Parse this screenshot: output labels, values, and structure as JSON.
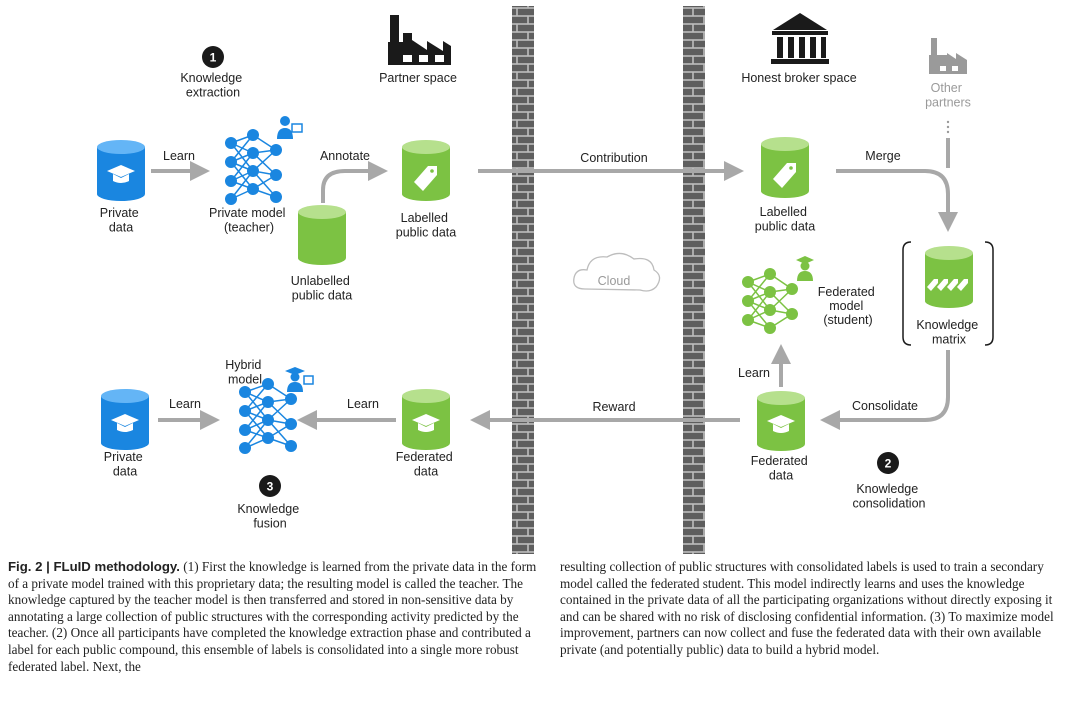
{
  "figure": {
    "steps": {
      "step1": {
        "number": "1",
        "label_lines": [
          "Knowledge",
          "extraction"
        ]
      },
      "step2": {
        "number": "2",
        "label_lines": [
          "Knowledge",
          "consolidation"
        ]
      },
      "step3": {
        "number": "3",
        "label_lines": [
          "Knowledge",
          "fusion"
        ]
      }
    },
    "spaces": {
      "partner": "Partner space",
      "broker": "Honest broker space",
      "other_partners": [
        "Other",
        "partners"
      ]
    },
    "nodes": {
      "private_data_top": [
        "Private",
        "data"
      ],
      "private_model": [
        "Private model",
        "(teacher)"
      ],
      "unlabelled_public": [
        "Unlabelled",
        "public data"
      ],
      "labelled_public_left": [
        "Labelled",
        "public data"
      ],
      "labelled_public_right": [
        "Labelled",
        "public data"
      ],
      "cloud": "Cloud",
      "federated_model": [
        "Federated",
        "model",
        "(student)"
      ],
      "knowledge_matrix": [
        "Knowledge",
        "matrix"
      ],
      "federated_data_right": [
        "Federated",
        "data"
      ],
      "federated_data_left": [
        "Federated",
        "data"
      ],
      "hybrid_model": [
        "Hybrid",
        "model"
      ],
      "private_data_bottom": [
        "Private",
        "data"
      ]
    },
    "arrows": {
      "learn_top": "Learn",
      "annotate": "Annotate",
      "contribution": "Contribution",
      "merge": "Merge",
      "consolidate": "Consolidate",
      "learn_federated": "Learn",
      "reward": "Reward",
      "learn_hybrid_left": "Learn",
      "learn_hybrid_right": "Learn"
    },
    "colors": {
      "blue": "#1a86e0",
      "green": "#7cc243",
      "arrow": "#a8a8a8",
      "dark": "#1a1a1a"
    }
  },
  "caption": {
    "title": "Fig. 2 | FLuID methodology.",
    "left": " (1) First the knowledge is learned from the private data in the form of a private model trained with this proprietary data; the resulting model is called the teacher. The knowledge captured by the teacher model is then transferred and stored in non-sensitive data by annotating a large collection of public structures with the corresponding activity predicted by the teacher. (2) Once all participants have completed the knowledge extraction phase and contributed a label for each public compound, this ensemble of labels is consolidated into a single more robust federated label. Next, the",
    "right": "resulting collection of public structures with consolidated labels is used to train a secondary model called the federated student. This model indirectly learns and uses the knowledge contained in the private data of all the participating organizations without directly exposing it and can be shared with no risk of disclosing confidential information. (3) To maximize model improvement, partners can now collect and fuse the federated data with their own available private (and potentially public) data to build a hybrid model."
  }
}
